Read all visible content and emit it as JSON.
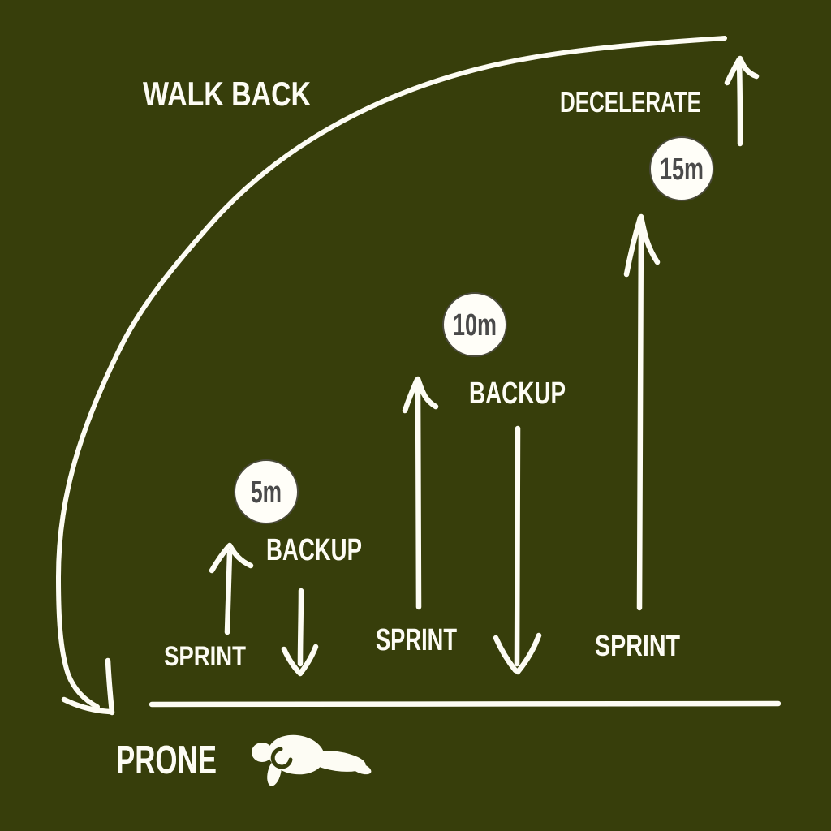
{
  "colors": {
    "background": "#373e0b",
    "ink": "#fdfcf4",
    "marker_fill": "#fffef8",
    "marker_ring": "#4a4a3a",
    "marker_text": "#4a4a4a"
  },
  "labels": {
    "walk_back": "WALK BACK",
    "prone": "PRONE"
  },
  "icons": {
    "prone_person": "person lying prone at start line"
  },
  "stations": [
    {
      "distance": "5m",
      "sprint": "SPRINT",
      "after": "BACKUP"
    },
    {
      "distance": "10m",
      "sprint": "SPRINT",
      "after": "BACKUP"
    },
    {
      "distance": "15m",
      "sprint": "SPRINT",
      "after": "DECELERATE"
    }
  ]
}
